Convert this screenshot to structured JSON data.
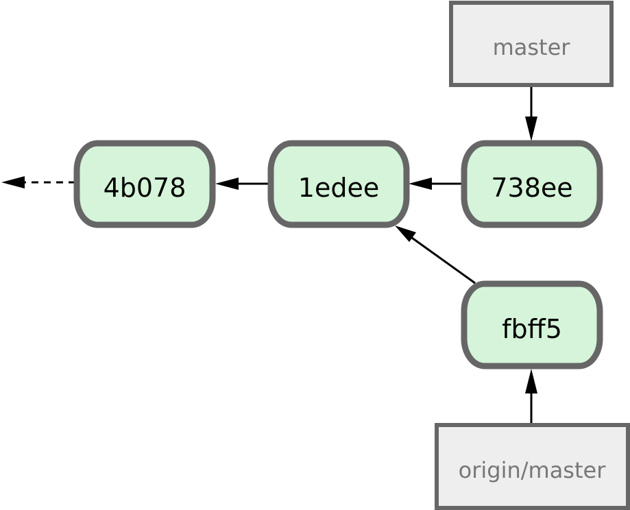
{
  "commits": {
    "c4b078": "4b078",
    "c1edee": "1edee",
    "c738ee": "738ee",
    "cfbff5": "fbff5"
  },
  "branches": {
    "master": "master",
    "origin_master": "origin/master"
  },
  "colors": {
    "commit_fill": "#d5f4d9",
    "commit_border": "#666666",
    "branch_fill": "#eeeeee",
    "branch_border": "#666666",
    "branch_text": "#777777",
    "arrow": "#000000"
  }
}
